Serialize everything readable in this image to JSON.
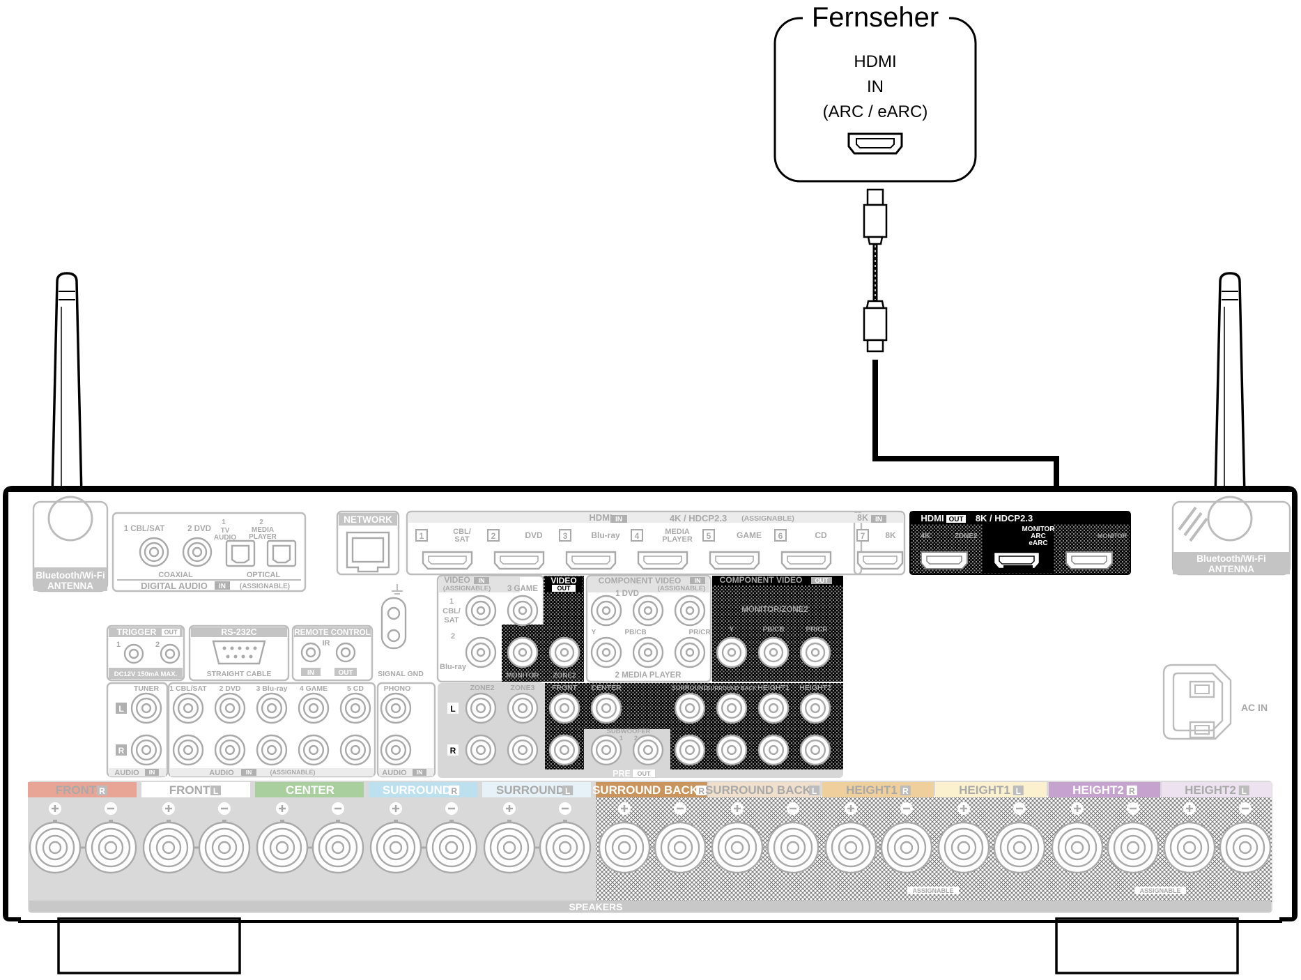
{
  "tv": {
    "title": "Fernseher",
    "port_line1": "HDMI",
    "port_line2": "IN",
    "port_line3": "(ARC / eARC)"
  },
  "antenna": {
    "left_label1": "Bluetooth/Wi-Fi",
    "left_label2": "ANTENNA",
    "right_label1": "Bluetooth/Wi-Fi",
    "right_label2": "ANTENNA"
  },
  "digital_audio": {
    "inputs": [
      "1 CBL/SAT",
      "2 DVD",
      "1",
      "TV",
      "AUDIO",
      "2",
      "MEDIA",
      "PLAYER"
    ],
    "coaxial": "COAXIAL",
    "optical": "OPTICAL",
    "footer": "DIGITAL AUDIO",
    "footer_in": "IN",
    "footer_note": "(ASSIGNABLE)"
  },
  "network": {
    "label": "NETWORK"
  },
  "hdmi_in": {
    "title": "HDMI",
    "title_in": "IN",
    "spec": "4K / HDCP2.3",
    "note": "(ASSIGNABLE)",
    "ports": [
      {
        "num": "1",
        "name": "CBL/",
        "name2": "SAT"
      },
      {
        "num": "2",
        "name": "DVD",
        "name2": ""
      },
      {
        "num": "3",
        "name": "Blu-ray",
        "name2": ""
      },
      {
        "num": "4",
        "name": "MEDIA",
        "name2": "PLAYER"
      },
      {
        "num": "5",
        "name": "GAME",
        "name2": ""
      },
      {
        "num": "6",
        "name": "CD",
        "name2": ""
      }
    ],
    "port8k_title": "8K",
    "port8k_in": "IN",
    "port8k_num": "7",
    "port8k_name": "8K"
  },
  "hdmi_out": {
    "title": "HDMI",
    "title_out": "OUT",
    "spec": "8K / HDCP2.3",
    "ports": [
      "4K",
      "ZONE2",
      "MONITOR",
      "ARC",
      "eARC",
      "MONITOR"
    ]
  },
  "video_in": {
    "title": "VIDEO",
    "title_in": "IN",
    "note": "(ASSIGNABLE)",
    "items": [
      "1",
      "CBL/",
      "SAT",
      "3 GAME",
      "2",
      "Blu-ray"
    ]
  },
  "video_out": {
    "title": "VIDEO",
    "title_out": "OUT",
    "monitor": "MONITOR",
    "zone2": "ZONE2"
  },
  "component_in": {
    "title": "COMPONENT VIDEO",
    "title_in": "IN",
    "note": "(ASSIGNABLE)",
    "top": "1 DVD",
    "channels": [
      "Y",
      "PB/CB",
      "PR/CR"
    ],
    "bottom": "2 MEDIA PLAYER"
  },
  "component_out": {
    "title": "COMPONENT VIDEO",
    "title_out": "OUT",
    "sub": "MONITOR/ZONE2",
    "channels": [
      "Y",
      "PB/CB",
      "PR/CR"
    ]
  },
  "trigger": {
    "title": "TRIGGER",
    "title_out": "OUT",
    "n1": "1",
    "n2": "2",
    "note": "DC12V 150mA MAX."
  },
  "rs232": {
    "title": "RS-232C",
    "note": "STRAIGHT CABLE"
  },
  "remote": {
    "title": "REMOTE CONTROL",
    "ir": "IR",
    "in": "IN",
    "out": "OUT"
  },
  "signal_gnd": {
    "label": "SIGNAL GND"
  },
  "audio_in": {
    "tuner": "TUNER",
    "sources": [
      "1 CBL/SAT",
      "2 DVD",
      "3 Blu-ray",
      "4 GAME",
      "5 CD"
    ],
    "l": "L",
    "r": "R",
    "footer_tuner": "AUDIO",
    "footer_tuner_in": "IN",
    "footer": "AUDIO",
    "footer_in": "IN",
    "footer_note": "(ASSIGNABLE)",
    "phono": "PHONO",
    "footer_phono": "AUDIO",
    "footer_phono_in": "IN"
  },
  "pre_out": {
    "labels": [
      "ZONE2",
      "ZONE3",
      "FRONT",
      "CENTER",
      "SURROUND",
      "SURROUND BACK",
      "HEIGHT1",
      "HEIGHT2"
    ],
    "l": "L",
    "r": "R",
    "subwoofer": "SUBWOOFER",
    "sub_nums": "1      2",
    "footer": "PRE",
    "footer_out": "OUT"
  },
  "ac_in": {
    "label": "AC IN"
  },
  "speakers": {
    "footer": "SPEAKERS",
    "assignable": "ASSIGNABLE",
    "groups": [
      {
        "name": "FRONT",
        "side": "R",
        "color": "#e8a596"
      },
      {
        "name": "FRONT",
        "side": "L",
        "color": "#ffffff"
      },
      {
        "name": "CENTER",
        "side": "",
        "color": "#a9cf9e"
      },
      {
        "name": "SURROUND",
        "side": "R",
        "color": "#bde0ef"
      },
      {
        "name": "SURROUND",
        "side": "L",
        "color": "#e6f2f7"
      },
      {
        "name": "SURROUND BACK",
        "side": "R",
        "color": "#c9955d"
      },
      {
        "name": "SURROUND BACK",
        "side": "L",
        "color": "#efdfcc"
      },
      {
        "name": "HEIGHT1",
        "side": "R",
        "color": "#efcf9b"
      },
      {
        "name": "HEIGHT1",
        "side": "L",
        "color": "#fbf1cf"
      },
      {
        "name": "HEIGHT2",
        "side": "R",
        "color": "#c6a3cf"
      },
      {
        "name": "HEIGHT2",
        "side": "L",
        "color": "#ece2f0"
      }
    ]
  }
}
